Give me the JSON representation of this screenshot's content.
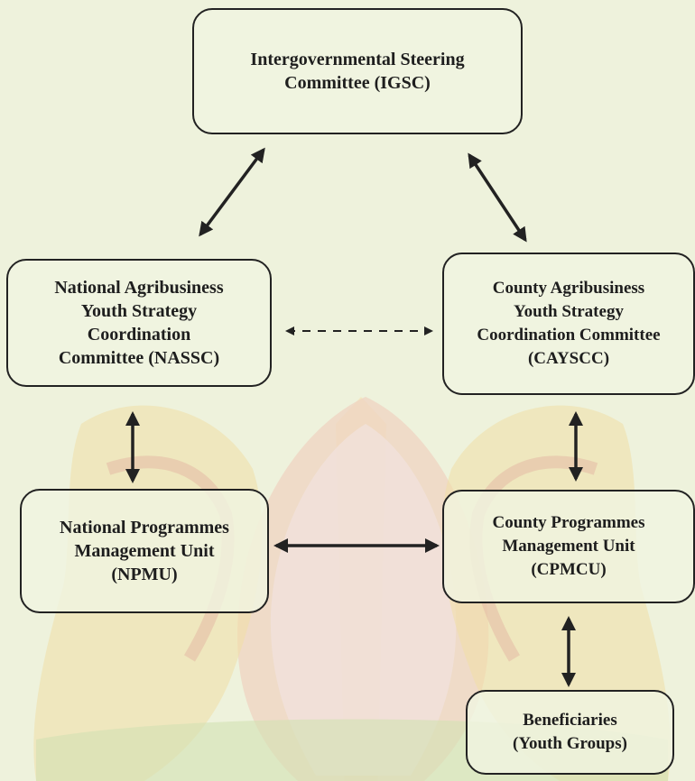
{
  "diagram": {
    "nodes": {
      "igsc": "Intergovernmental Steering\nCommittee (IGSC)",
      "nassc": "National Agribusiness\nYouth Strategy\nCoordination\nCommittee (NASSC)",
      "caysc": "County Agribusiness\nYouth Strategy\nCoordination Committee\n(CAYSCC)",
      "npmu": "National Programmes\nManagement Unit\n(NPMU)",
      "cpmcu": "County Programmes\nManagement Unit\n(CPMCU)",
      "benef": "Beneficiaries\n(Youth Groups)"
    },
    "edges": [
      {
        "from": "nassc",
        "to": "igsc",
        "style": "solid",
        "direction": "both"
      },
      {
        "from": "caysc",
        "to": "igsc",
        "style": "solid",
        "direction": "both"
      },
      {
        "from": "nassc",
        "to": "caysc",
        "style": "dashed",
        "direction": "both"
      },
      {
        "from": "nassc",
        "to": "npmu",
        "style": "solid",
        "direction": "both"
      },
      {
        "from": "caysc",
        "to": "cpmcu",
        "style": "solid",
        "direction": "both"
      },
      {
        "from": "npmu",
        "to": "cpmcu",
        "style": "solid",
        "direction": "both"
      },
      {
        "from": "cpmcu",
        "to": "benef",
        "style": "solid",
        "direction": "both"
      }
    ]
  },
  "colors": {
    "background": "#eef2dc",
    "watermark_red": "#e7b9a6",
    "watermark_yellow": "#efe0a8",
    "watermark_green": "#cfdfb0",
    "stroke": "#222222"
  }
}
